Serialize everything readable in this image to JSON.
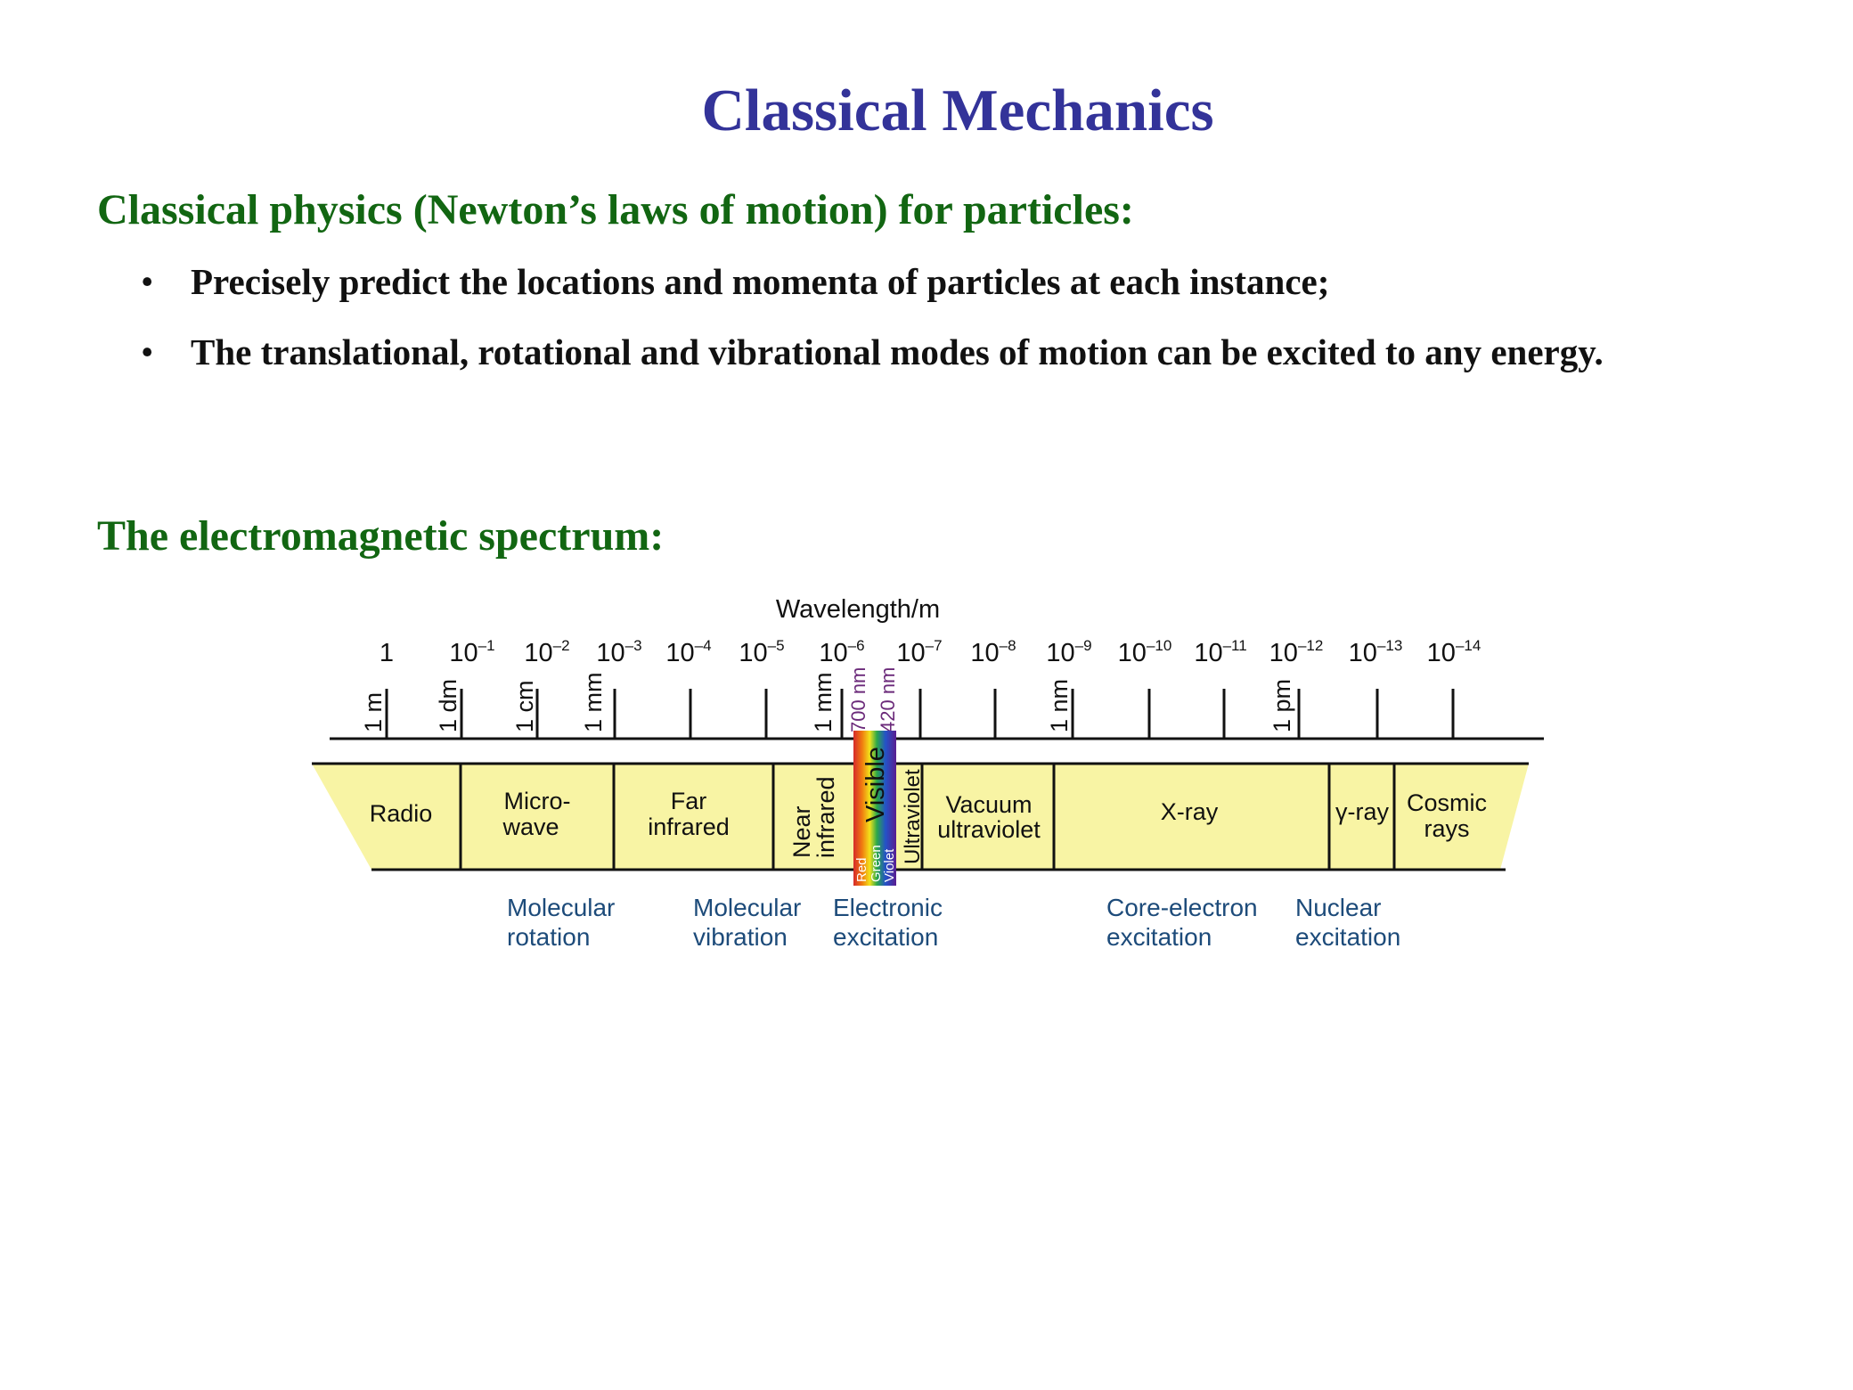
{
  "title": "Classical Mechanics",
  "heading1": "Classical physics (Newton’s laws of motion) for particles:",
  "bullets": [
    "Precisely predict the locations and momenta of particles at each instance;",
    "The translational, rotational and vibrational modes of motion can be excited to any energy."
  ],
  "heading2": "The electromagnetic spectrum:",
  "spectrum": {
    "axis_label": "Wavelength/m",
    "power_ticks": [
      {
        "base": "1",
        "exp": ""
      },
      {
        "base": "10",
        "exp": "–1"
      },
      {
        "base": "10",
        "exp": "–2"
      },
      {
        "base": "10",
        "exp": "–3"
      },
      {
        "base": "10",
        "exp": "–4"
      },
      {
        "base": "10",
        "exp": "–5"
      },
      {
        "base": "10",
        "exp": "–6"
      },
      {
        "base": "10",
        "exp": "–7"
      },
      {
        "base": "10",
        "exp": "–8"
      },
      {
        "base": "10",
        "exp": "–9"
      },
      {
        "base": "10",
        "exp": "–10"
      },
      {
        "base": "10",
        "exp": "–11"
      },
      {
        "base": "10",
        "exp": "–12"
      },
      {
        "base": "10",
        "exp": "–13"
      },
      {
        "base": "10",
        "exp": "–14"
      }
    ],
    "unit_labels": [
      "1 m",
      "1 dm",
      "1 cm",
      "1 mm",
      "1 mm",
      "1 nm",
      "1 pm"
    ],
    "visible_labels": [
      "700 nm",
      "420 nm"
    ],
    "regions": {
      "radio": [
        "Radio"
      ],
      "microwave": [
        "Micro-",
        "wave"
      ],
      "far_infrared": [
        "Far",
        "infrared"
      ],
      "near_infrared": [
        "Near",
        "infrared"
      ],
      "visible": "Visible",
      "ultraviolet": "Ultraviolet",
      "vacuum_uv": [
        "Vacuum",
        "ultraviolet"
      ],
      "xray": [
        "X-ray"
      ],
      "gamma": [
        "γ-ray"
      ],
      "cosmic": [
        "Cosmic",
        "rays"
      ]
    },
    "visible_colors": [
      "Red",
      "Green",
      "Violet"
    ],
    "processes": [
      [
        "Molecular",
        "rotation"
      ],
      [
        "Molecular",
        "vibration"
      ],
      [
        "Electronic",
        "excitation"
      ],
      [
        "Core-electron",
        "excitation"
      ],
      [
        "Nuclear",
        "excitation"
      ]
    ],
    "colors": {
      "band_fill": "#f8f4a4",
      "line": "#111111",
      "process_text": "#1d4b7a"
    }
  }
}
